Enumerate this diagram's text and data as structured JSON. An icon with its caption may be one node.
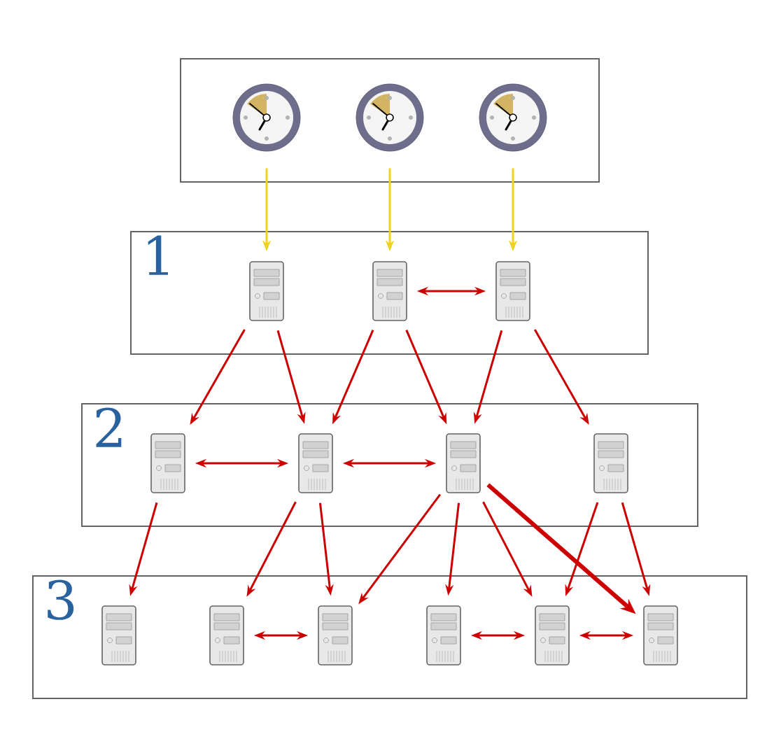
{
  "diagram": {
    "nodes": [
      {
        "text": [],
        "shape": "box"
      },
      {
        "text": [],
        "shape": "clock",
        "in": 0
      },
      {
        "text": [],
        "shape": "clock",
        "in": 0
      },
      {
        "text": [],
        "shape": "clock",
        "in": 0
      },
      {
        "text": [
          "1"
        ]
      },
      {
        "text": [],
        "shape": "server",
        "in": 4
      },
      {
        "text": [],
        "shape": "server",
        "in": 4
      },
      {
        "text": [],
        "shape": "server",
        "in": 4
      },
      {
        "text": [
          "2"
        ]
      },
      {
        "text": [],
        "shape": "server",
        "in": 8
      },
      {
        "text": [],
        "shape": "server",
        "in": 8
      },
      {
        "text": [],
        "shape": "server",
        "in": 8
      },
      {
        "text": [],
        "shape": "server",
        "in": 8
      },
      {
        "text": [
          "3"
        ]
      },
      {
        "text": [],
        "shape": "server",
        "in": 13
      },
      {
        "text": [],
        "shape": "server",
        "in": 13
      },
      {
        "text": [],
        "shape": "server",
        "in": 13
      },
      {
        "text": [],
        "shape": "server",
        "in": 13
      },
      {
        "text": [],
        "shape": "server",
        "in": 13
      },
      {
        "text": [],
        "shape": "server",
        "in": 13
      }
    ],
    "edges": [
      {
        "from": 1,
        "to": 5,
        "arrow": "to",
        "color": "#f0d21e"
      },
      {
        "from": 2,
        "to": 6,
        "arrow": "to",
        "color": "#f0d21e"
      },
      {
        "from": 3,
        "to": 7,
        "arrow": "to",
        "color": "#f0d21e"
      },
      {
        "from": 6,
        "to": 7,
        "arrow": "both"
      },
      {
        "from": 5,
        "to": 9,
        "arrow": "to"
      },
      {
        "from": 5,
        "to": 10,
        "arrow": "to"
      },
      {
        "from": 6,
        "to": 10,
        "arrow": "to"
      },
      {
        "from": 6,
        "to": 11,
        "arrow": "to"
      },
      {
        "from": 7,
        "to": 11,
        "arrow": "to"
      },
      {
        "from": 7,
        "to": 12,
        "arrow": "to"
      },
      {
        "from": 9,
        "to": 10,
        "arrow": "both"
      },
      {
        "from": 10,
        "to": 11,
        "arrow": "both"
      },
      {
        "from": 9,
        "to": 14,
        "arrow": "to"
      },
      {
        "from": 10,
        "to": 15,
        "arrow": "to"
      },
      {
        "from": 10,
        "to": 16,
        "arrow": "to"
      },
      {
        "from": 11,
        "to": 16,
        "arrow": "to"
      },
      {
        "from": 11,
        "to": 17,
        "arrow": "to"
      },
      {
        "from": 11,
        "to": 18,
        "arrow": "to"
      },
      {
        "from": 11,
        "to": 19,
        "arrow": "to",
        "style": "thick"
      },
      {
        "from": 12,
        "to": 18,
        "arrow": "to"
      },
      {
        "from": 12,
        "to": 19,
        "arrow": "to"
      },
      {
        "from": 15,
        "to": 16,
        "arrow": "both"
      },
      {
        "from": 17,
        "to": 18,
        "arrow": "both"
      },
      {
        "from": 18,
        "to": 19,
        "arrow": "both"
      }
    ]
  }
}
